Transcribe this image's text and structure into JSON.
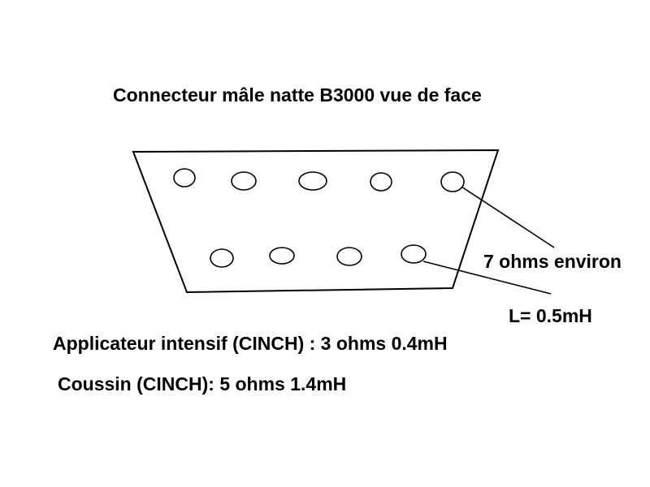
{
  "title": "Connecteur mâle natte B3000 vue de face",
  "callouts": {
    "resistance": "7 ohms environ",
    "inductance": "L= 0.5mH"
  },
  "notes": {
    "applicateur": "Applicateur intensif (CINCH) : 3 ohms 0.4mH",
    "coussin": "Coussin (CINCH): 5 ohms 1.4mH"
  },
  "connector": {
    "top_row_pins": 5,
    "bottom_row_pins": 4
  }
}
